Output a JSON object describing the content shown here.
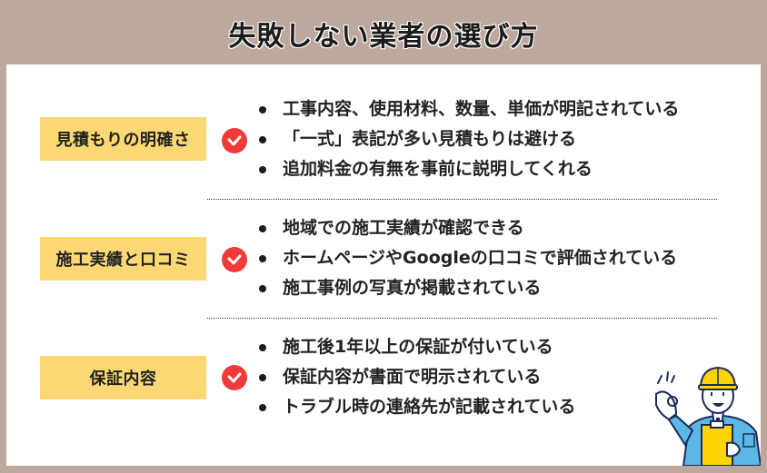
{
  "title": "失敗しない業者の選び方",
  "colors": {
    "frame": "#bca89c",
    "label_bg": "#fbd873",
    "check": "#f03a3a",
    "text": "#222222"
  },
  "sections": [
    {
      "label": "見積もりの明確さ",
      "icon": "check-circle-icon",
      "items": [
        "工事内容、使用材料、数量、単価が明記されている",
        "「一式」表記が多い見積もりは避ける",
        "追加料金の有無を事前に説明してくれる"
      ]
    },
    {
      "label": "施工実績と口コミ",
      "icon": "check-circle-icon",
      "items": [
        "地域での施工実績が確認できる",
        "ホームページやGoogleの口コミで評価されている",
        "施工事例の写真が掲載されている"
      ]
    },
    {
      "label": "保証内容",
      "icon": "check-circle-icon",
      "items": [
        "施工後1年以上の保証が付いている",
        "保証内容が書面で明示されている",
        "トラブル時の連絡先が記載されている"
      ]
    }
  ],
  "illustration": "construction-worker-ok-sign-illustration"
}
